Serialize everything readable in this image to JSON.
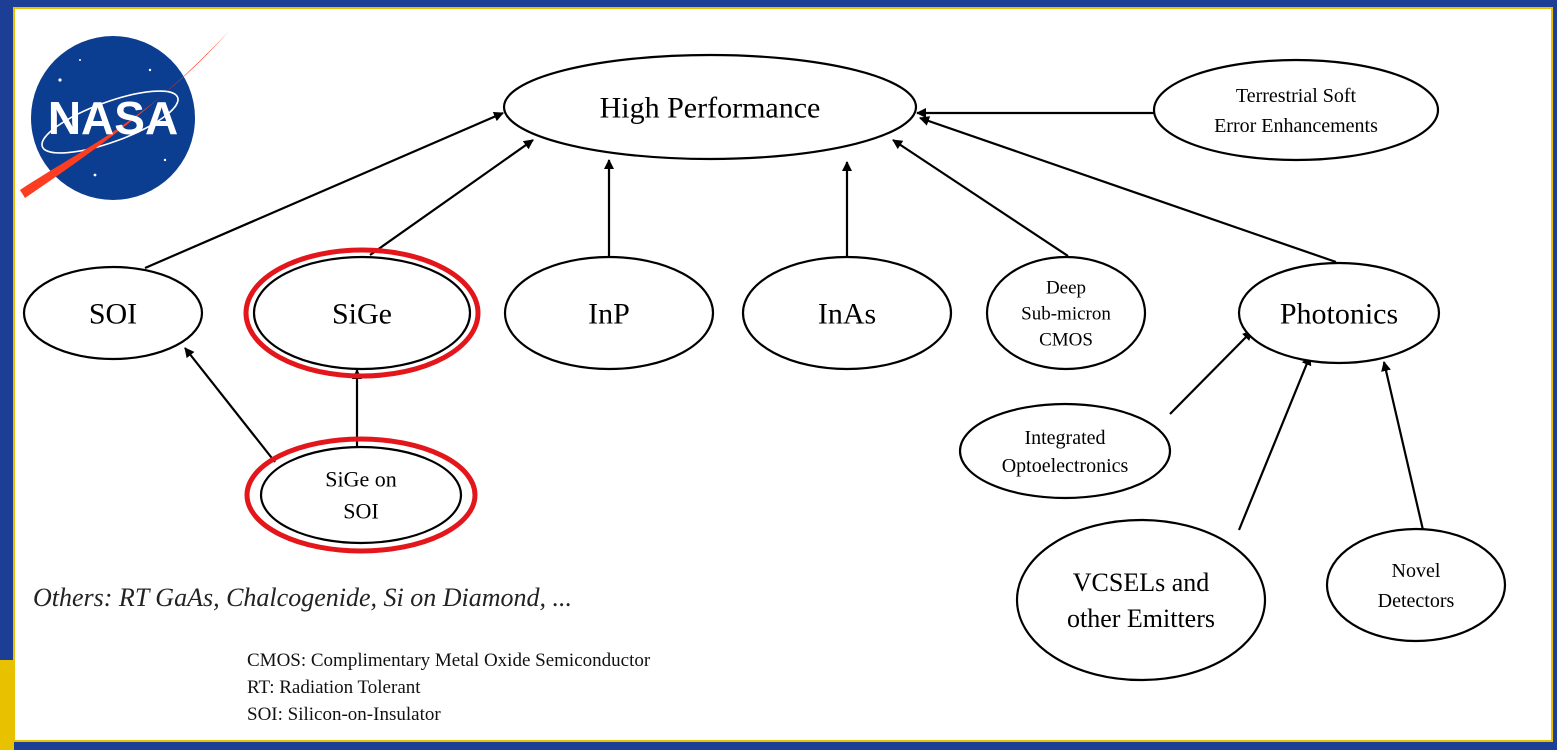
{
  "logo": {
    "text": "NASA",
    "colors": {
      "blue": "#0b3d91",
      "red": "#fc3d21",
      "white": "#ffffff"
    }
  },
  "nodes": {
    "high_performance": {
      "lines": [
        "High Performance"
      ]
    },
    "terrestrial": {
      "lines": [
        "Terrestrial Soft",
        "Error Enhancements"
      ]
    },
    "soi": {
      "lines": [
        "SOI"
      ]
    },
    "sige": {
      "lines": [
        "SiGe"
      ]
    },
    "inp": {
      "lines": [
        "InP"
      ]
    },
    "inas": {
      "lines": [
        "InAs"
      ]
    },
    "deep_submicron": {
      "lines": [
        "Deep",
        "Sub-micron",
        "CMOS"
      ]
    },
    "photonics": {
      "lines": [
        "Photonics"
      ]
    },
    "sige_on_soi": {
      "lines": [
        "SiGe on",
        "SOI"
      ]
    },
    "integrated_opto": {
      "lines": [
        "Integrated",
        "Optoelectronics"
      ]
    },
    "vcsels": {
      "lines": [
        "VCSELs and",
        "other Emitters"
      ]
    },
    "novel_detectors": {
      "lines": [
        "Novel",
        "Detectors"
      ]
    }
  },
  "edges": [
    [
      "soi",
      "high_performance"
    ],
    [
      "sige",
      "high_performance"
    ],
    [
      "inp",
      "high_performance"
    ],
    [
      "inas",
      "high_performance"
    ],
    [
      "deep_submicron",
      "high_performance"
    ],
    [
      "photonics",
      "high_performance"
    ],
    [
      "terrestrial",
      "high_performance"
    ],
    [
      "sige_on_soi",
      "soi"
    ],
    [
      "sige_on_soi",
      "sige"
    ],
    [
      "integrated_opto",
      "photonics"
    ],
    [
      "vcsels",
      "photonics"
    ],
    [
      "novel_detectors",
      "photonics"
    ]
  ],
  "highlighted": [
    "sige",
    "sige_on_soi"
  ],
  "highlight_color": "#e3161b",
  "others_note": "Others: RT GaAs, Chalcogenide, Si on Diamond, ...",
  "glossary": [
    "CMOS: Complimentary Metal Oxide Semiconductor",
    "RT: Radiation Tolerant",
    "SOI: Silicon-on-Insulator"
  ],
  "theme": {
    "background": "#1c3f95",
    "frame_border": "#e8c200"
  }
}
